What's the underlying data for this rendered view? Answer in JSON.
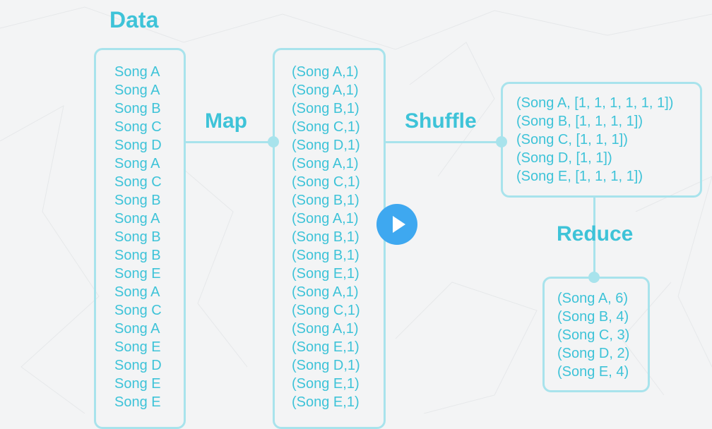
{
  "stages": {
    "data": "Data",
    "map": "Map",
    "shuffle": "Shuffle",
    "reduce": "Reduce"
  },
  "data_items": [
    "Song A",
    "Song A",
    "Song B",
    "Song C",
    "Song D",
    "Song A",
    "Song C",
    "Song B",
    "Song A",
    "Song B",
    "Song B",
    "Song E",
    "Song A",
    "Song C",
    "Song A",
    "Song E",
    "Song D",
    "Song E",
    "Song E"
  ],
  "map_items": [
    "(Song A,1)",
    "(Song A,1)",
    "(Song B,1)",
    "(Song C,1)",
    "(Song D,1)",
    "(Song A,1)",
    "(Song C,1)",
    "(Song B,1)",
    "(Song A,1)",
    "(Song B,1)",
    "(Song B,1)",
    "(Song E,1)",
    "(Song A,1)",
    "(Song C,1)",
    "(Song A,1)",
    "(Song E,1)",
    "(Song D,1)",
    "(Song E,1)",
    "(Song E,1)"
  ],
  "shuffle_items": [
    "(Song A, [1, 1, 1, 1, 1, 1])",
    "(Song B, [1, 1, 1, 1])",
    "(Song C, [1, 1, 1])",
    "(Song D, [1, 1])",
    "(Song E, [1, 1, 1, 1])"
  ],
  "reduce_items": [
    "(Song A, 6)",
    "(Song B, 4)",
    "(Song C, 3)",
    "(Song D, 2)",
    "(Song E, 4)"
  ],
  "colors": {
    "accent": "#3ec3d8",
    "border": "#a8e3ec",
    "play": "#3ea8f0",
    "background": "#f3f4f5"
  },
  "icons": {
    "play": "play-icon"
  }
}
